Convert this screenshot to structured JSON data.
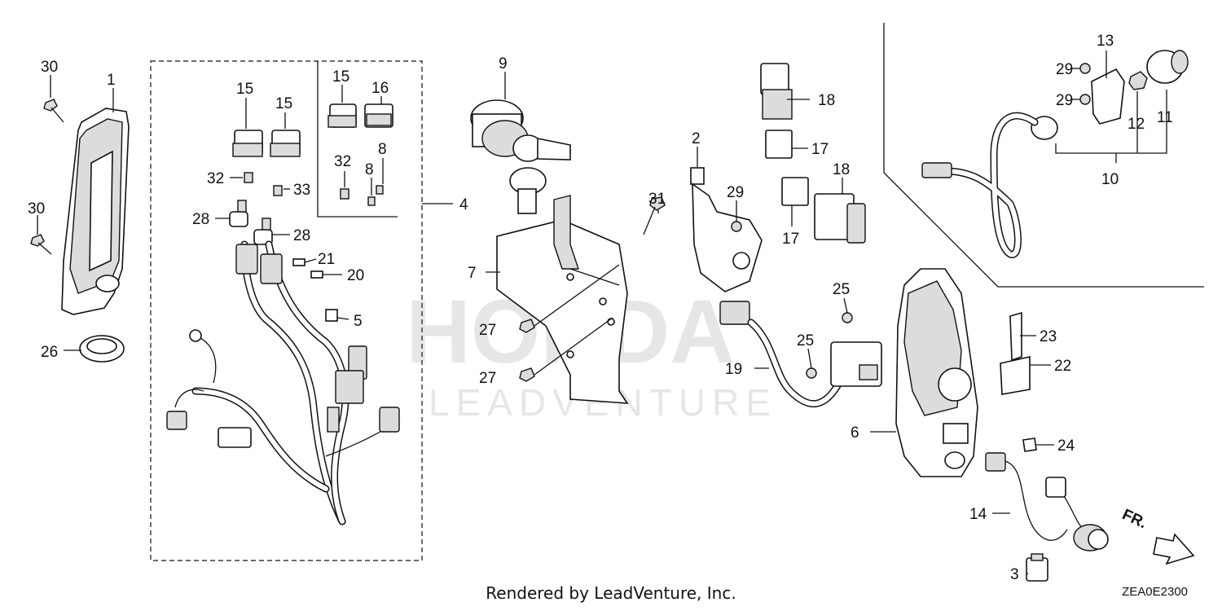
{
  "diagram": {
    "labels": {
      "p1": "1",
      "p2": "2",
      "p3": "3",
      "p4": "4",
      "p5": "5",
      "p6": "6",
      "p7": "7",
      "p8a": "8",
      "p8b": "8",
      "p9": "9",
      "p10": "10",
      "p11": "11",
      "p12": "12",
      "p13": "13",
      "p14": "14",
      "p15a": "15",
      "p15b": "15",
      "p15c": "15",
      "p16": "16",
      "p17a": "17",
      "p17b": "17",
      "p18a": "18",
      "p18b": "18",
      "p19": "19",
      "p20": "20",
      "p21": "21",
      "p22": "22",
      "p23": "23",
      "p24": "24",
      "p25a": "25",
      "p25b": "25",
      "p26": "26",
      "p27a": "27",
      "p27b": "27",
      "p28a": "28",
      "p28b": "28",
      "p29a": "29",
      "p29b": "29",
      "p29c": "29",
      "p30a": "30",
      "p30b": "30",
      "p31": "31",
      "p32a": "32",
      "p32b": "32",
      "p33": "33"
    },
    "direction_label": "FR.",
    "watermark_main": "HONDA",
    "watermark_sub": "LEADVENTURE"
  },
  "footer": {
    "credit": "Rendered by LeadVenture, Inc.",
    "diagram_code": "ZEA0E2300"
  }
}
